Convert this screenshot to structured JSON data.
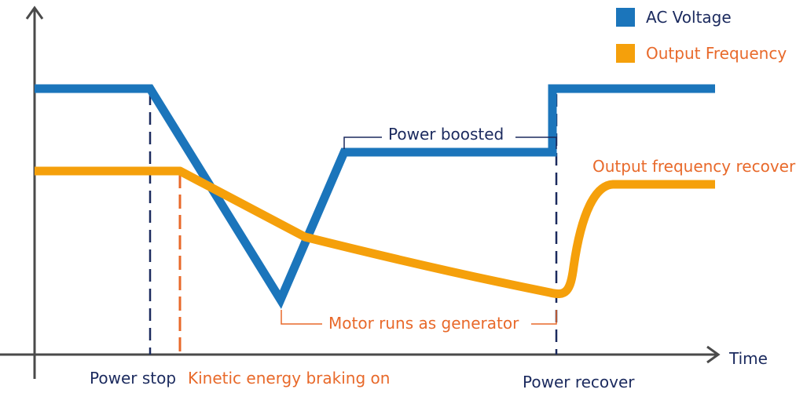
{
  "legend": {
    "items": [
      {
        "label": "AC Voltage",
        "color": "#1b75bb"
      },
      {
        "label": "Output Frequency",
        "color": "#f5a00b"
      }
    ]
  },
  "axis": {
    "x_label": "Time"
  },
  "annotations": {
    "power_boosted": "Power boosted",
    "motor_generator": "Motor runs as generator",
    "freq_recover": "Output frequency recover"
  },
  "events": {
    "power_stop": "Power stop",
    "braking_on": "Kinetic energy braking on",
    "power_recover": "Power recover"
  },
  "colors": {
    "axis": "#4a4a4a",
    "voltage": "#1b75bb",
    "frequency": "#f5a00b",
    "marker_dark": "#1b2a5e",
    "marker_orange": "#e8692a"
  }
}
